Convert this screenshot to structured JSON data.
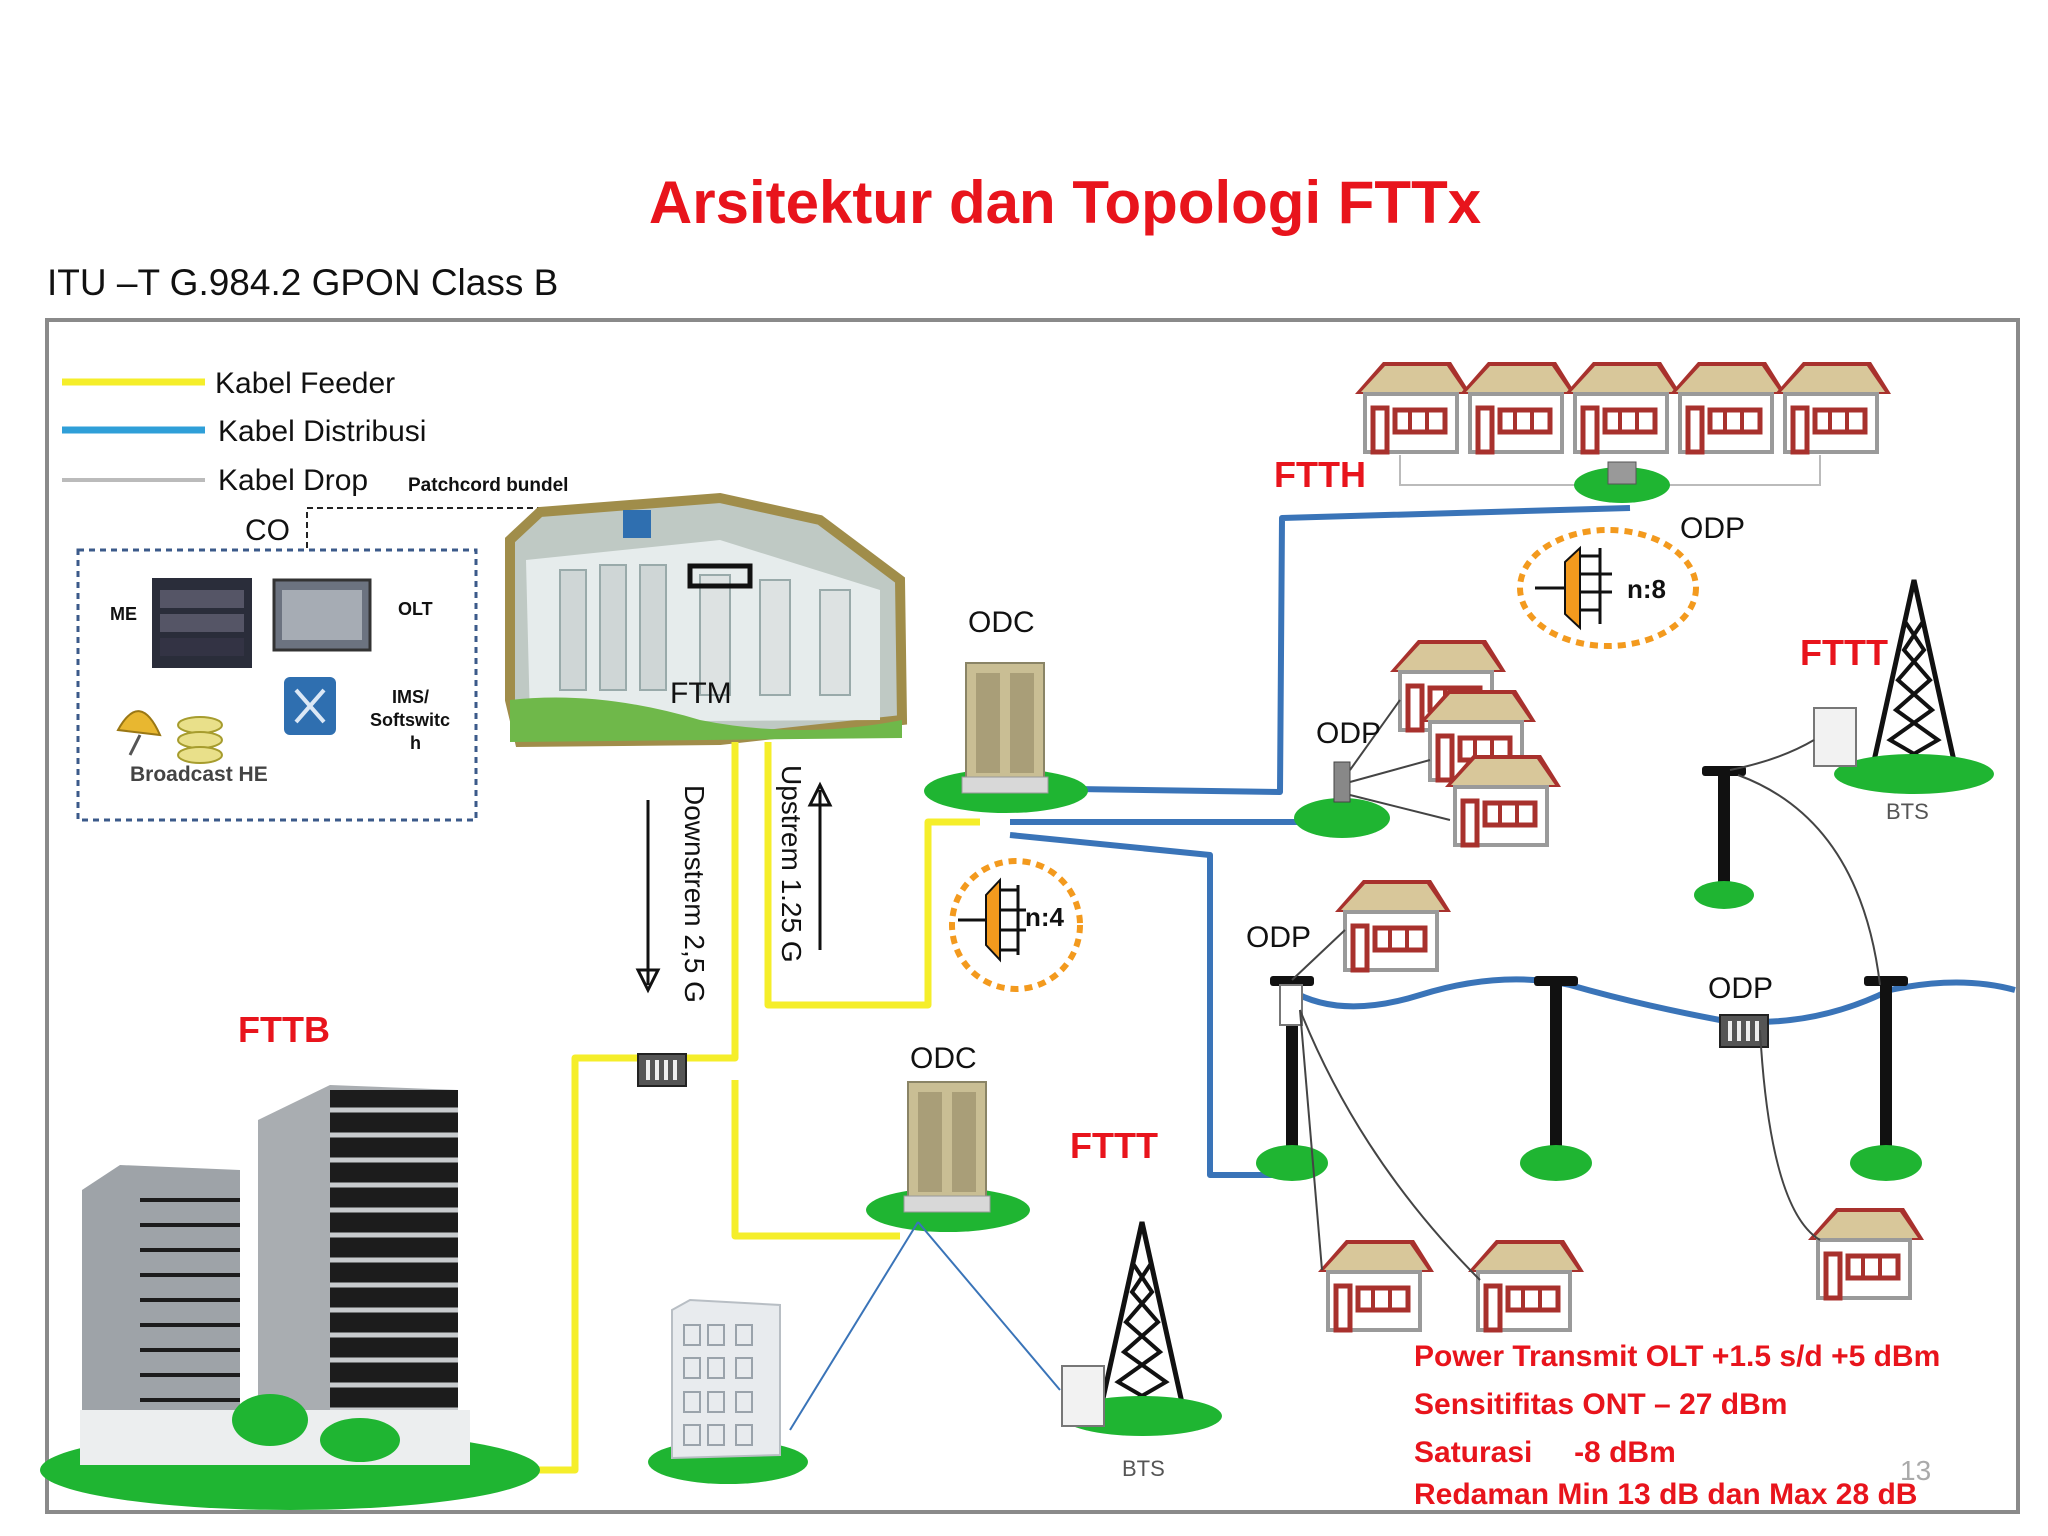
{
  "title": "Arsitektur dan Topologi FTTx",
  "subtitle": "ITU –T G.984.2  GPON Class B",
  "legend": {
    "feeder": "Kabel Feeder",
    "distribusi": "Kabel  Distribusi",
    "drop": "Kabel Drop",
    "patchcord": "Patchcord  bundel"
  },
  "co": {
    "label": "CO",
    "me": "ME",
    "olt": "OLT",
    "ims_line1": "IMS/",
    "ims_line2": "Softswitc",
    "ims_line3": "h",
    "broadcast": "Broadcast HE"
  },
  "ftm": "FTM",
  "odc_top": "ODC",
  "odc_bottom": "ODC",
  "downstream": "Downstrem 2,5 G",
  "upstream": "Upstrem 1.25 G",
  "splitter_n4": "n:4",
  "splitter_n8": "n:8",
  "odp_ftth": "ODP",
  "odp_mid": "ODP",
  "odp_pole": "ODP",
  "odp_right": "ODP",
  "fttb": "FTTB",
  "ftth": "FTTH",
  "fttt_right": "FTTT",
  "fttt_bottom": "FTTT",
  "bts_right": "BTS",
  "bts_bottom": "BTS",
  "specs": {
    "power": "Power Transmit OLT +1.5 s/d +5 dBm",
    "sensitivity": "Sensitifitas ONT – 27 dBm",
    "saturation": "Saturasi     -8 dBm",
    "attenuation": "Redaman Min 13 dB dan Max 28 dB"
  },
  "slide_number": "13",
  "colors": {
    "title_red": "#e8141c",
    "feeder_yellow": "#f5ee2a",
    "distribusi_blue": "#3a74b8",
    "grass_green": "#1fb532",
    "splitter_orange": "#f39a1e"
  }
}
